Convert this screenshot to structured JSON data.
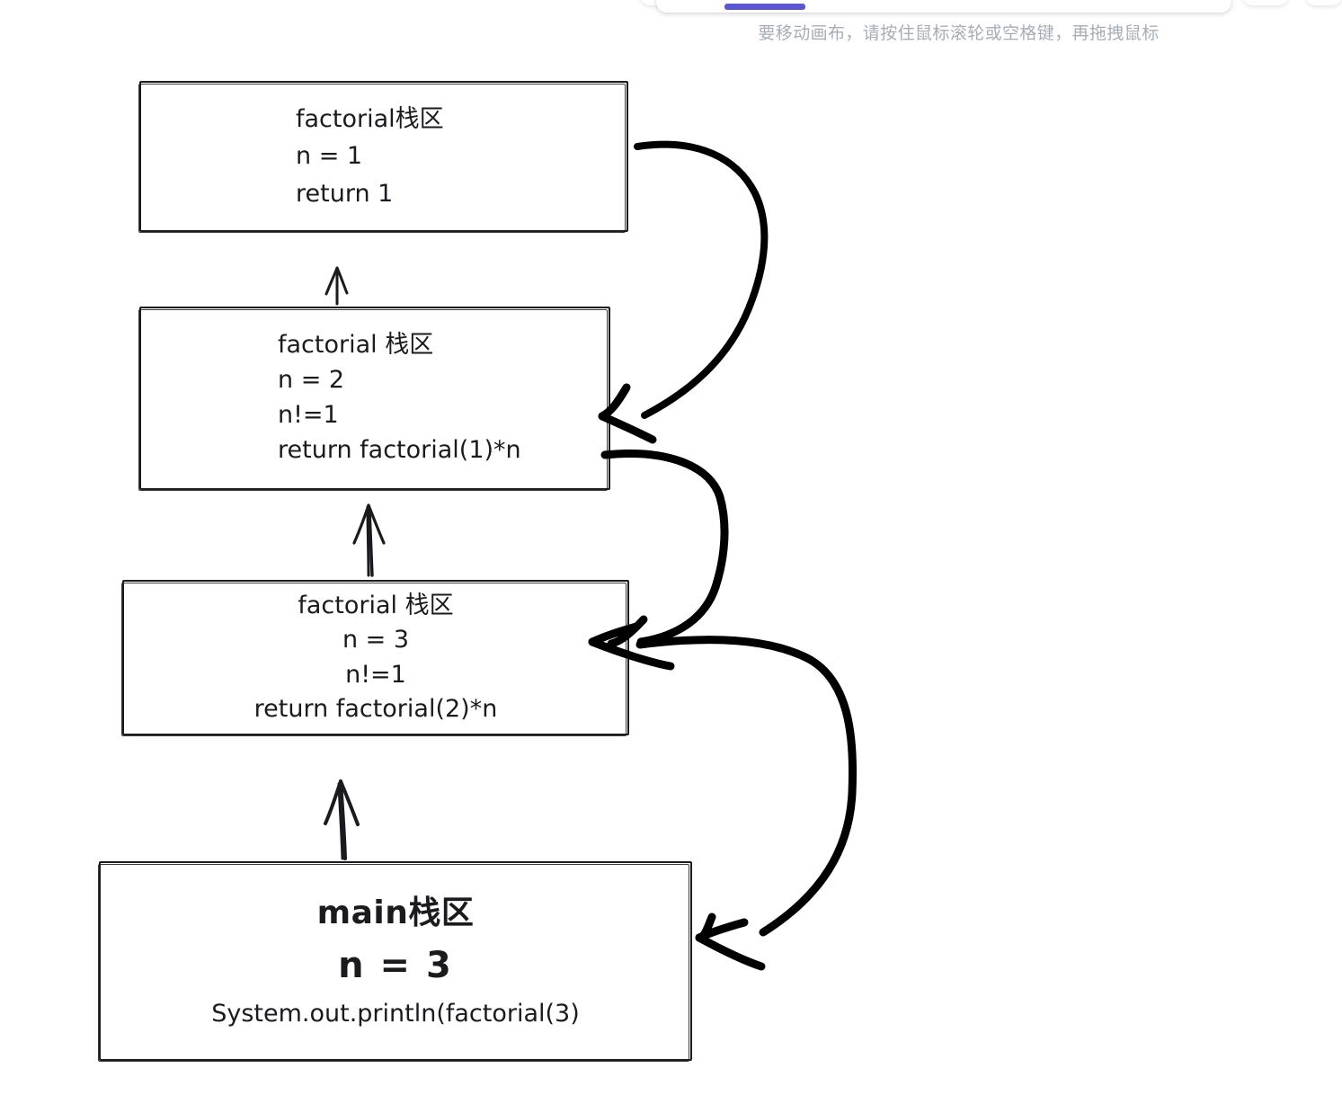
{
  "app": {
    "canvas_hint": "要移动画布，请按住鼠标滚轮或空格键，再拖拽鼠标",
    "accent_color": "#5b57d1",
    "ink_color": "#1b1b1f",
    "hint_color": "#a7adb8",
    "background": "#ffffff"
  },
  "toolbar": {
    "active_tool_indicator": "",
    "ghost_left": "",
    "ghost_right": "",
    "ghost_far": ""
  },
  "diagram": {
    "title": "Java recursion call stack for factorial(3)",
    "frames": [
      {
        "id": "factorial-1",
        "title": "factorial栈区",
        "lines": [
          "factorial栈区",
          "n = 1",
          "return 1"
        ]
      },
      {
        "id": "factorial-2",
        "title": "factorial 栈区",
        "lines": [
          "factorial 栈区",
          "n = 2",
          "n!=1",
          "return factorial(1)*n"
        ]
      },
      {
        "id": "factorial-3",
        "title": "factorial 栈区",
        "lines": [
          "factorial 栈区",
          "n = 3",
          "n!=1",
          "return factorial(2)*n"
        ]
      },
      {
        "id": "main",
        "title": "main栈区",
        "lines": [
          "main栈区",
          "n = 3",
          "System.out.println(factorial(3)"
        ]
      }
    ],
    "arrows": [
      {
        "id": "call-main-to-f3",
        "label": "",
        "kind": "straight-up"
      },
      {
        "id": "call-f3-to-f2",
        "label": "",
        "kind": "straight-up"
      },
      {
        "id": "call-f2-to-f1",
        "label": "",
        "kind": "straight-up"
      },
      {
        "id": "return-f1-to-f2",
        "label": "",
        "kind": "curved-return"
      },
      {
        "id": "return-f2-to-f3",
        "label": "",
        "kind": "curved-return"
      },
      {
        "id": "return-f3-to-main",
        "label": "",
        "kind": "curved-return"
      }
    ]
  }
}
